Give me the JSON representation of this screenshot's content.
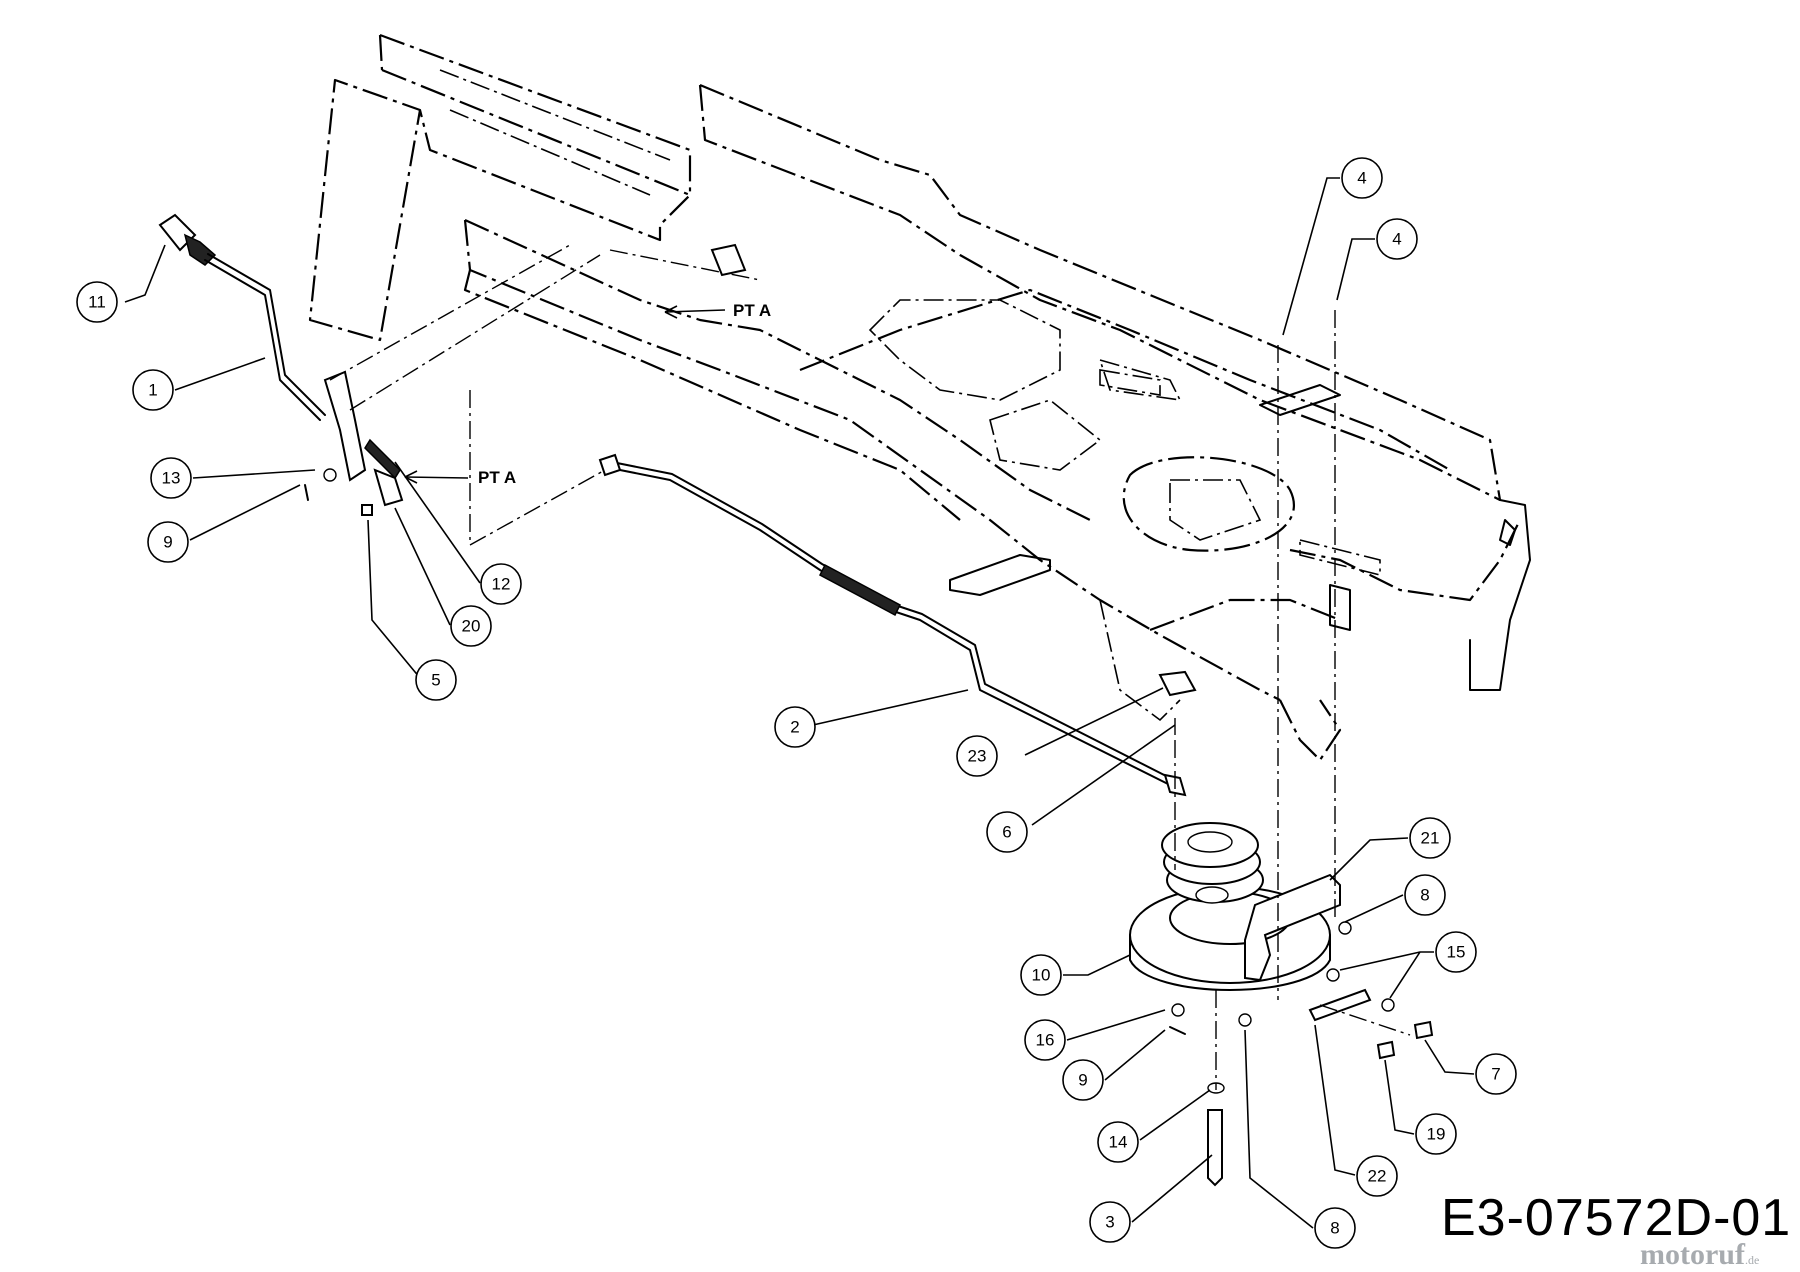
{
  "diagram": {
    "drawing_code": "E3-07572D-01",
    "watermark": "motoruf",
    "watermark_suffix": ".de",
    "reference_labels": [
      "PT A",
      "PT A"
    ],
    "callouts": [
      "1",
      "2",
      "3",
      "4",
      "4",
      "5",
      "6",
      "7",
      "8",
      "8",
      "9",
      "9",
      "10",
      "11",
      "12",
      "13",
      "14",
      "15",
      "16",
      "19",
      "20",
      "21",
      "22",
      "23"
    ]
  }
}
